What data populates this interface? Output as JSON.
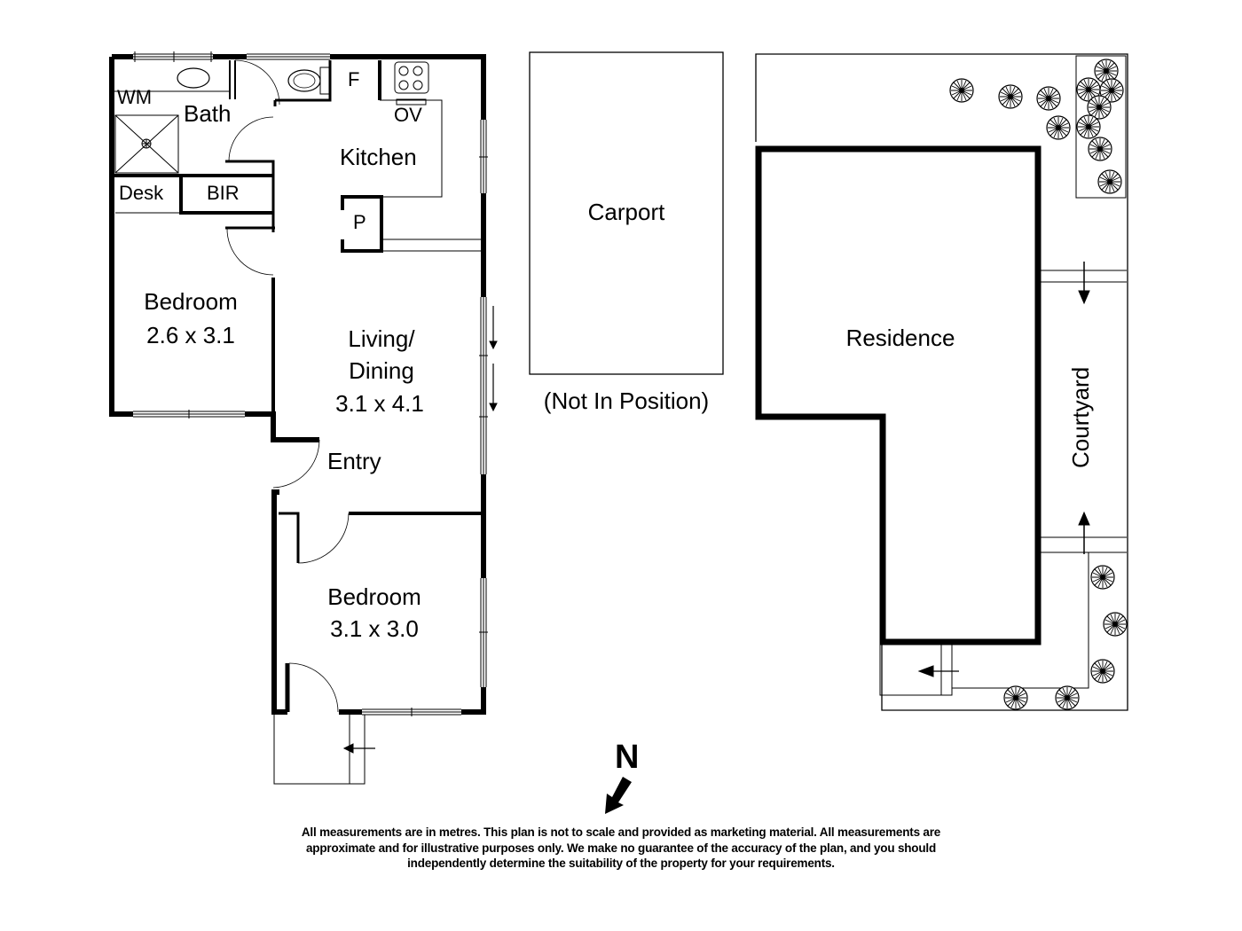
{
  "plan": {
    "rooms": {
      "wm": "WM",
      "bath": "Bath",
      "desk": "Desk",
      "bir": "BIR",
      "fridge": "F",
      "oven": "OV",
      "kitchen": "Kitchen",
      "pantry": "P",
      "bedroom1": {
        "name": "Bedroom",
        "dims": "2.6 x 3.1"
      },
      "living": {
        "name_line1": "Living/",
        "name_line2": "Dining",
        "dims": "3.1 x 4.1"
      },
      "entry": "Entry",
      "bedroom2": {
        "name": "Bedroom",
        "dims": "3.1 x 3.0"
      }
    },
    "carport": {
      "label": "Carport",
      "note": "(Not In Position)"
    },
    "site": {
      "residence": "Residence",
      "courtyard": "Courtyard"
    },
    "north": {
      "label": "N",
      "arrow": "north-arrow-icon"
    }
  },
  "disclaimer": {
    "line1": "All measurements are in metres. This plan is not to scale and provided as marketing material. All measurements are",
    "line2": "approximate and for illustrative purposes only. We make no guarantee of the accuracy of the plan, and you should",
    "line3": "independently determine the suitability of the property for your requirements."
  },
  "colors": {
    "ink": "#000000",
    "paper": "#ffffff"
  }
}
